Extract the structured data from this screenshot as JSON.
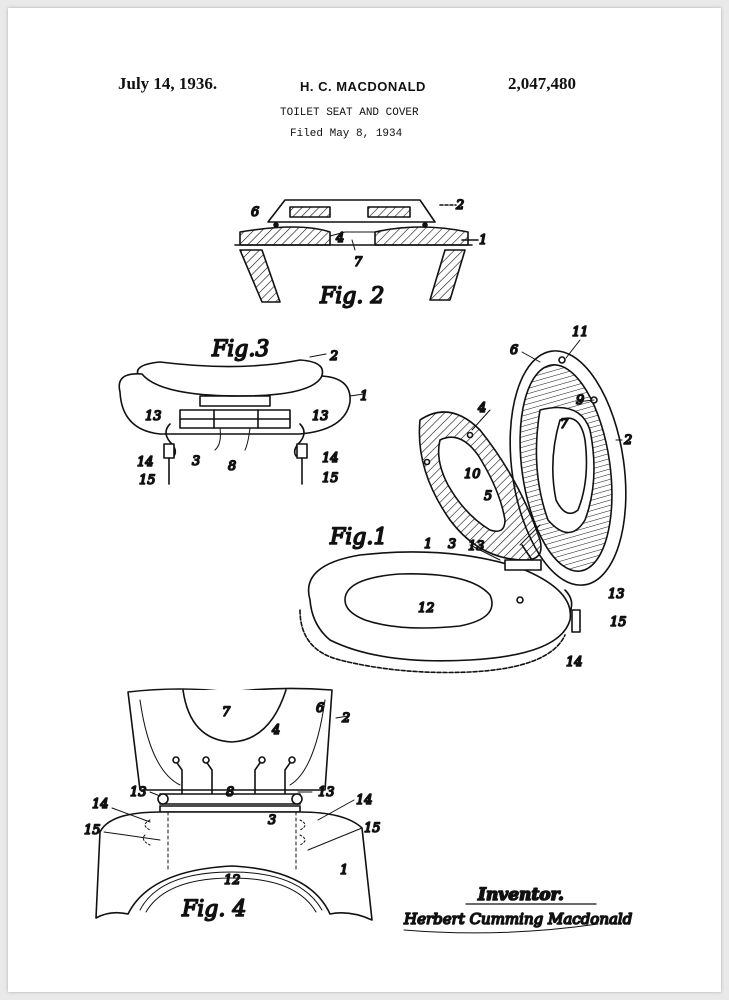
{
  "header": {
    "date": "July 14, 1936.",
    "inventor": "H. C. MACDONALD",
    "patent_number": "2,047,480",
    "title": "TOILET SEAT AND COVER",
    "filed": "Filed May 8, 1934"
  },
  "figures": {
    "fig1": "Fig.1",
    "fig2": "Fig. 2",
    "fig3": "Fig.3",
    "fig4": "Fig. 4"
  },
  "labels": {
    "fig2": [
      "6",
      "2",
      "4",
      "1",
      "7"
    ],
    "fig3": [
      "2",
      "1",
      "13",
      "13",
      "3",
      "8",
      "14",
      "14",
      "15",
      "15"
    ],
    "fig1": [
      "11",
      "6",
      "4",
      "9",
      "7",
      "2",
      "10",
      "5",
      "1",
      "3",
      "13",
      "12",
      "13",
      "15",
      "14"
    ],
    "fig4": [
      "7",
      "4",
      "6",
      "2",
      "13",
      "8",
      "13",
      "14",
      "14",
      "3",
      "15",
      "15",
      "12",
      "1"
    ]
  },
  "signature": {
    "caption": "Inventor.",
    "name": "Herbert Cumming Macdonald"
  },
  "colors": {
    "ink": "#111111",
    "paper": "#ffffff",
    "mat": "#e9e9e9"
  }
}
